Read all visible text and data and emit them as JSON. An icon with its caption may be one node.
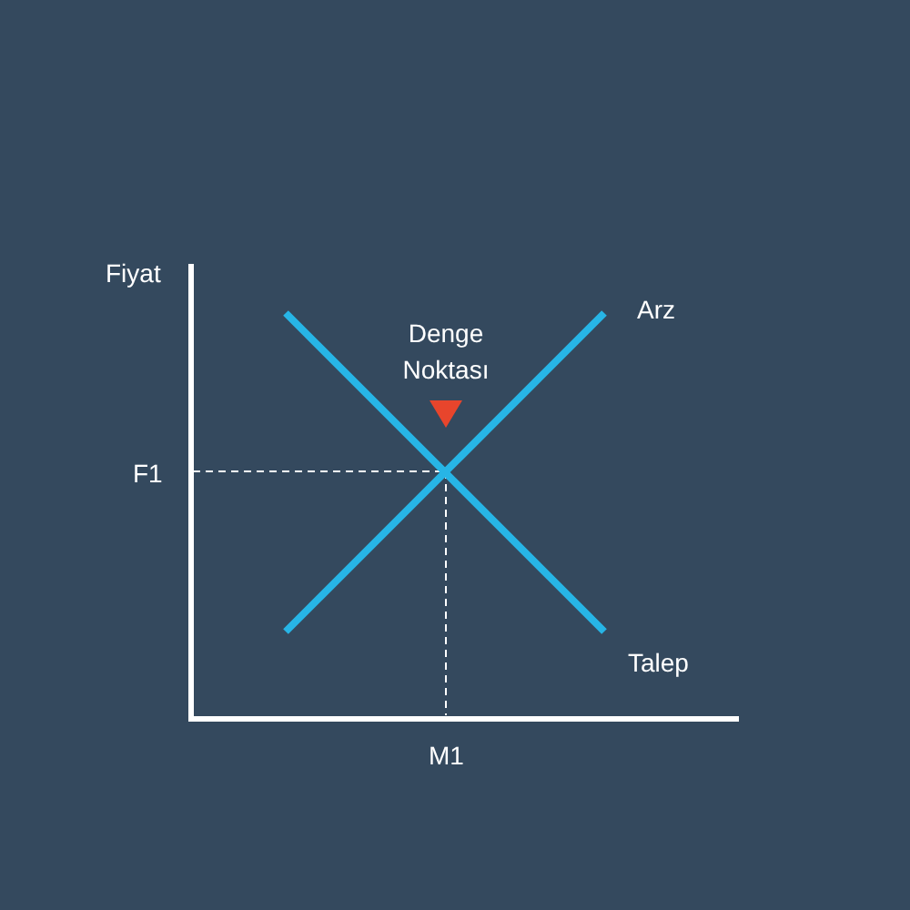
{
  "diagram": {
    "labels": [
      "Fiyat",
      "Arz",
      "Denge Noktası",
      "F1",
      "Talep",
      "M1"
    ]
  }
}
